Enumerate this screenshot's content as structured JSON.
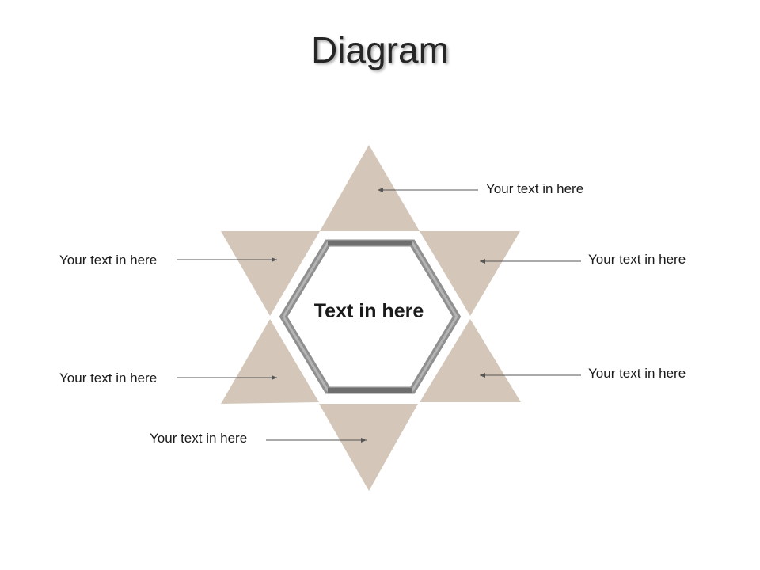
{
  "title": "Diagram",
  "center": {
    "text": "Text in here"
  },
  "callouts": [
    {
      "text": "Your text in here"
    },
    {
      "text": "Your text in here"
    },
    {
      "text": "Your text in here"
    },
    {
      "text": "Your text in here"
    },
    {
      "text": "Your text in here"
    },
    {
      "text": "Your text in here"
    }
  ],
  "colors": {
    "triangle_fill": "#d4c7b9",
    "hexagon_outer": "#8a8a8a",
    "hexagon_inner": "#b2b2b2",
    "arrow": "#555555"
  }
}
